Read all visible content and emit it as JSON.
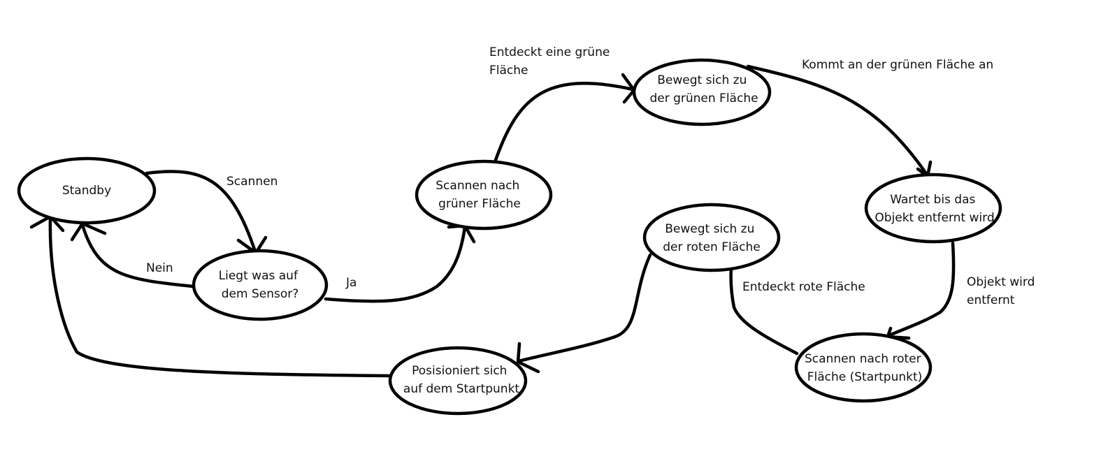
{
  "diagram": {
    "nodes": {
      "standby": [
        "Standby"
      ],
      "sensor": [
        "Liegt was auf",
        "dem Sensor?"
      ],
      "scan_green": [
        "Scannen nach",
        "grüner Fläche"
      ],
      "move_green": [
        "Bewegt sich zu",
        "der grünen Fläche"
      ],
      "wait": [
        "Wartet bis das",
        "Objekt entfernt wird"
      ],
      "scan_red": [
        "Scannen nach roter",
        "Fläche (Startpunkt)"
      ],
      "move_red": [
        "Bewegt sich zu",
        "der roten Fläche"
      ],
      "position": [
        "Posisioniert sich",
        "auf dem Startpunkt"
      ]
    },
    "edges": {
      "scannen": [
        "Scannen"
      ],
      "nein": [
        "Nein"
      ],
      "ja": [
        "Ja"
      ],
      "entdeckt_gruen": [
        "Entdeckt eine grüne",
        "Fläche"
      ],
      "kommt_an": [
        "Kommt an der grünen Fläche an"
      ],
      "objekt_entfernt": [
        "Objekt wird",
        "entfernt"
      ],
      "entdeckt_rot": [
        "Entdeckt rote Fläche"
      ]
    }
  }
}
